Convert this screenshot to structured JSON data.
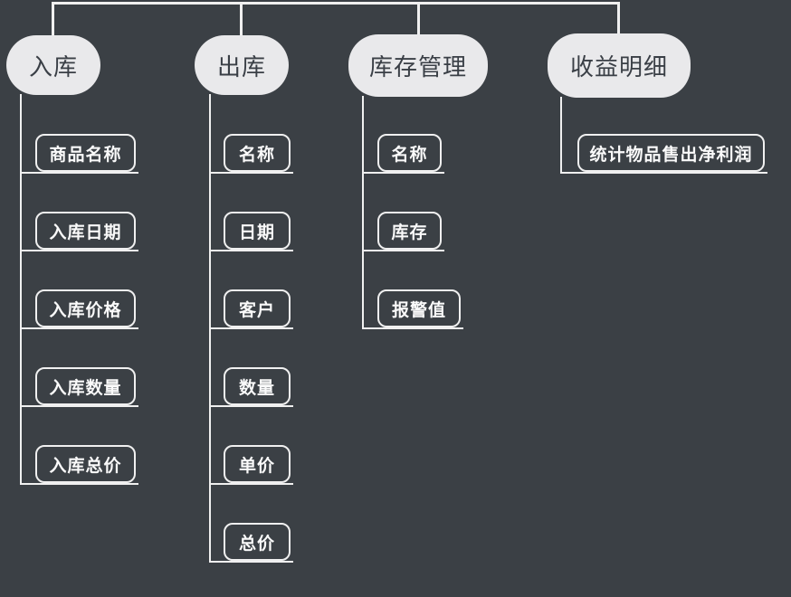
{
  "colors": {
    "background": "#3b4045",
    "node_fill": "#e9e9eb",
    "node_text": "#3a3f46",
    "line": "#f0f0f0",
    "child_text": "#fafafa"
  },
  "mindmap": {
    "branches": [
      {
        "label": "入库",
        "children": [
          "商品名称",
          "入库日期",
          "入库价格",
          "入库数量",
          "入库总价"
        ]
      },
      {
        "label": "出库",
        "children": [
          "名称",
          "日期",
          "客户",
          "数量",
          "单价",
          "总价"
        ]
      },
      {
        "label": "库存管理",
        "children": [
          "名称",
          "库存",
          "报警值"
        ]
      },
      {
        "label": "收益明细",
        "children": [
          "统计物品售出净利润"
        ]
      }
    ]
  }
}
